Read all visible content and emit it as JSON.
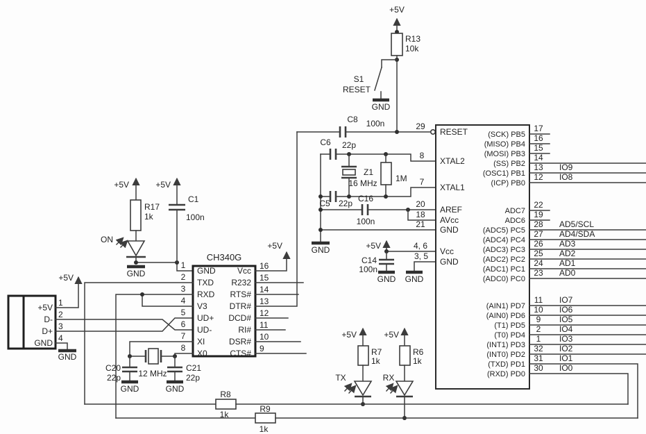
{
  "usb": {
    "pin1": "1",
    "pin2": "2",
    "pin3": "3",
    "pin4": "4",
    "vbus": "+5V",
    "dm": "D-",
    "dp": "D+",
    "gnd": "GND",
    "v5": "+5V",
    "gnd_sym": "GND"
  },
  "on_led": {
    "v5": "+5V",
    "ref": "R17",
    "val": "1k",
    "label": "ON",
    "gnd": "GND"
  },
  "c1": {
    "v5": "+5V",
    "ref": "C1",
    "val": "100n"
  },
  "ch340": {
    "title": "CH340G",
    "v5": "+5V",
    "left": [
      {
        "n": "1",
        "l": "GND"
      },
      {
        "n": "2",
        "l": "TXD"
      },
      {
        "n": "3",
        "l": "RXD"
      },
      {
        "n": "4",
        "l": "V3"
      },
      {
        "n": "5",
        "l": "UD+"
      },
      {
        "n": "6",
        "l": "UD-"
      },
      {
        "n": "7",
        "l": "XI"
      },
      {
        "n": "8",
        "l": "X0"
      }
    ],
    "right": [
      {
        "n": "16",
        "l": "Vcc"
      },
      {
        "n": "15",
        "l": "R232"
      },
      {
        "n": "14",
        "l": "RTS#"
      },
      {
        "n": "13",
        "l": "DTR#"
      },
      {
        "n": "12",
        "l": "DCD#"
      },
      {
        "n": "11",
        "l": "RI#"
      },
      {
        "n": "10",
        "l": "DSR#"
      },
      {
        "n": "9",
        "l": "CTS#"
      }
    ]
  },
  "reset_ckt": {
    "v5": "+5V",
    "r_ref": "R13",
    "r_val": "10k",
    "sw_ref": "S1",
    "sw_label": "RESET",
    "gnd": "GND"
  },
  "c8": {
    "ref": "C8",
    "val": "100n"
  },
  "xtal16": {
    "c6_ref": "C6",
    "c6_val": "22p",
    "z_ref": "Z1",
    "z_val": "16 MHz",
    "r_ref": "1M",
    "c5_ref": "C5",
    "c5_val": "22p",
    "gnd": "GND"
  },
  "c16": {
    "ref": "C16",
    "val": "100n"
  },
  "mcu_pwr": {
    "v5": "+5V",
    "c14_ref": "C14",
    "c14_val": "100n",
    "gnd1": "GND",
    "gnd2": "GND"
  },
  "mcu": {
    "left": [
      {
        "n": "29",
        "l": "RESET"
      },
      {
        "n": "8",
        "l": "XTAL2"
      },
      {
        "n": "7",
        "l": "XTAL1"
      },
      {
        "n": "20",
        "l": "AREF"
      },
      {
        "n": "18",
        "l": "AVcc"
      },
      {
        "n": "21",
        "l": "GND"
      },
      {
        "n": "4, 6",
        "l": "Vcc"
      },
      {
        "n": "3, 5",
        "l": "GND"
      }
    ],
    "right": [
      {
        "n": "17",
        "l": "(SCK) PB5",
        "o": ""
      },
      {
        "n": "16",
        "l": "(MISO) PB4",
        "o": ""
      },
      {
        "n": "15",
        "l": "(MOSI) PB3",
        "o": ""
      },
      {
        "n": "14",
        "l": "(SS) PB2",
        "o": ""
      },
      {
        "n": "13",
        "l": "(OSC1) PB1",
        "o": "IO9"
      },
      {
        "n": "12",
        "l": "(ICP) PB0",
        "o": "IO8"
      },
      {
        "n": "22",
        "l": "ADC7",
        "o": ""
      },
      {
        "n": "19",
        "l": "ADC6",
        "o": ""
      },
      {
        "n": "28",
        "l": "(ADC5) PC5",
        "o": "AD5/SCL"
      },
      {
        "n": "27",
        "l": "(ADC4) PC4",
        "o": "AD4/SDA"
      },
      {
        "n": "26",
        "l": "(ADC3) PC3",
        "o": "AD3"
      },
      {
        "n": "25",
        "l": "(ADC2) PC2",
        "o": "AD2"
      },
      {
        "n": "24",
        "l": "(ADC1) PC1",
        "o": "AD1"
      },
      {
        "n": "23",
        "l": "(ADC0) PC0",
        "o": "AD0"
      },
      {
        "n": "11",
        "l": "(AIN1) PD7",
        "o": "IO7"
      },
      {
        "n": "10",
        "l": "(AIN0) PD6",
        "o": "IO6"
      },
      {
        "n": "9",
        "l": "(T1) PD5",
        "o": "IO5"
      },
      {
        "n": "2",
        "l": "(T0) PD4",
        "o": "IO4"
      },
      {
        "n": "1",
        "l": "(INT1) PD3",
        "o": "IO3"
      },
      {
        "n": "32",
        "l": "(INT0) PD2",
        "o": "IO2"
      },
      {
        "n": "31",
        "l": "(TXD) PD1",
        "o": "IO1"
      },
      {
        "n": "30",
        "l": "(RXD) PD0",
        "o": "IO0"
      }
    ]
  },
  "xtal12": {
    "c20_ref": "C20",
    "c20_val": "22p",
    "z_val": "12 MHz",
    "c21_ref": "C21",
    "c21_val": "22p",
    "gnd1": "GND",
    "gnd2": "GND"
  },
  "tx_led": {
    "v5": "+5V",
    "ref": "R7",
    "val": "1k",
    "label": "TX"
  },
  "rx_led": {
    "v5": "+5V",
    "ref": "R6",
    "val": "1k",
    "label": "RX"
  },
  "r8": {
    "ref": "R8",
    "val": "1k"
  },
  "r9": {
    "ref": "R9",
    "val": "1k"
  }
}
